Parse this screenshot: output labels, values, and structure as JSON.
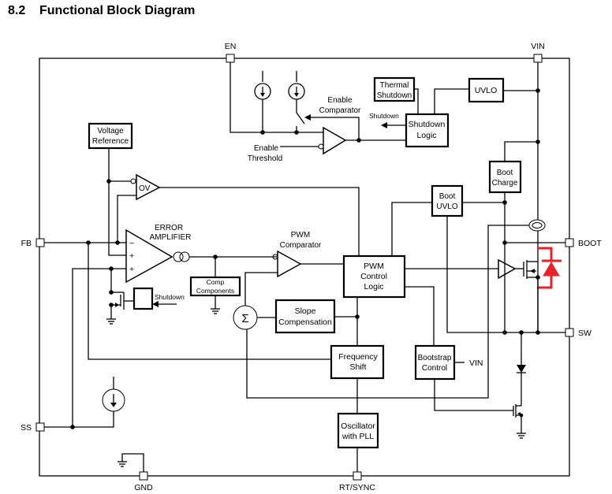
{
  "section": {
    "number": "8.2",
    "title": "Functional Block Diagram"
  },
  "pins": {
    "en": "EN",
    "vin": "VIN",
    "fb": "FB",
    "ss": "SS",
    "gnd": "GND",
    "rt_sync": "RT/SYNC",
    "boot": "BOOT",
    "sw": "SW"
  },
  "blocks": {
    "voltage_reference": [
      "Voltage",
      "Reference"
    ],
    "thermal_shutdown": [
      "Thermal",
      "Shutdown"
    ],
    "uvlo": [
      "UVLO"
    ],
    "shutdown_logic": [
      "Shutdown",
      "Logic"
    ],
    "boot_charge": [
      "Boot",
      "Charge"
    ],
    "boot_uvlo": [
      "Boot",
      "UVLO"
    ],
    "pwm_control_logic": [
      "PWM",
      "Control",
      "Logic"
    ],
    "comp_components": [
      "Comp",
      "Components"
    ],
    "slope_compensation": [
      "Slope",
      "Compensation"
    ],
    "frequency_shift": [
      "Frequency",
      "Shift"
    ],
    "bootstrap_control": [
      "Bootstrap",
      "Control"
    ],
    "oscillator_pll": [
      "Oscillator",
      "with PLL"
    ]
  },
  "labels": {
    "enable_comparator": [
      "Enable",
      "Comparator"
    ],
    "enable_threshold": [
      "Enable",
      "Threshold"
    ],
    "shutdown_arrow": "Shutdown",
    "shutdown_fet": "Shutdown",
    "error_amplifier": [
      "ERROR",
      "AMPLIFIER"
    ],
    "pwm_comparator": [
      "PWM",
      "Comparator"
    ],
    "ov": "OV",
    "sigma": "Σ",
    "bootstrap_vin": "VIN",
    "minus": "−",
    "plus": "+"
  },
  "colors": {
    "highlight": "#e8222a"
  }
}
